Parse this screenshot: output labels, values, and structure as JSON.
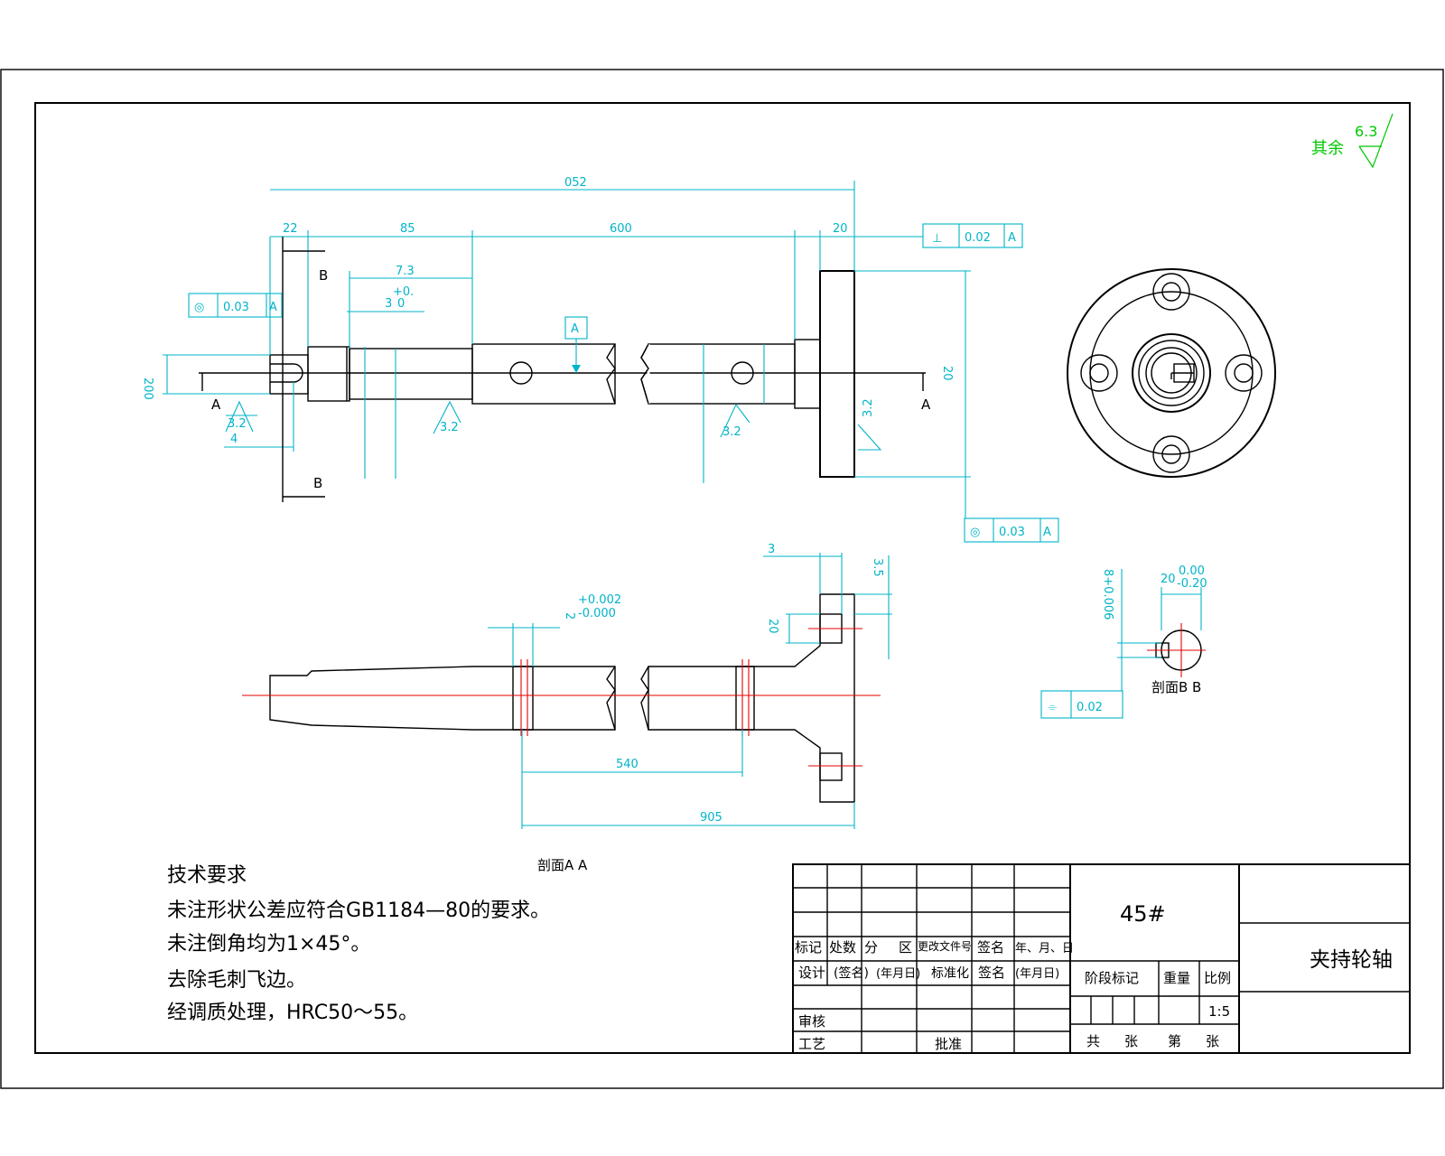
{
  "roughness_note": {
    "label": "其余",
    "value": "6.3"
  },
  "dims_top": {
    "overall": "052",
    "seg1": "22",
    "seg2": "85",
    "seg3": "600",
    "seg4": "20",
    "len73": "7.3",
    "groove": "3",
    "groove_tol_upper": "+0.",
    "groove_tol_lower": "0",
    "key_w": "4",
    "left_dia": "200",
    "right_dia": "20"
  },
  "roughness_values": {
    "r1": "3.2",
    "r2": "3.2",
    "r3": "3.2",
    "r4": "3.2"
  },
  "tolerances": {
    "concentric_left": {
      "symbol": "◎",
      "value": "0.03",
      "datum": "A"
    },
    "perp_top": {
      "symbol": "⊥",
      "value": "0.02",
      "datum": "A"
    },
    "concentric_right": {
      "symbol": "◎",
      "value": "0.03",
      "datum": "A"
    },
    "symmetry": {
      "symbol": "⌯",
      "value": "0.02"
    },
    "datum_box": "A"
  },
  "section_marks": {
    "a_left": "A",
    "a_right": "A",
    "b_top": "B",
    "b_bottom": "B"
  },
  "section_aa": {
    "label": "剖面A A",
    "dim_540": "540",
    "dim_905": "905",
    "dim_3": "3",
    "dim_35": "3.5",
    "dim_20": "20",
    "groove_tol": "2",
    "groove_tol_upper": "+0.002",
    "groove_tol_lower": "-0.000"
  },
  "section_bb": {
    "label": "剖面B B",
    "dim_w": "20",
    "dim_w_upper": "0.00",
    "dim_w_lower": "-0.20",
    "dim_h": "8+0.006"
  },
  "notes": {
    "title": "技术要求",
    "lines": [
      "未注形状公差应符合GB1184—80的要求。",
      "未注倒角均为1×45°。",
      "去除毛刺飞边。",
      "经调质处理，HRC50～55。"
    ]
  },
  "title_block": {
    "material": "45#",
    "part_name": "夹持轮轴",
    "row_headers": [
      "标记",
      "处数",
      "分",
      "区",
      "更改文件号",
      "签名",
      "年、月、日"
    ],
    "design_row": [
      "设计",
      "(签名)",
      "(年月日)",
      "标准化",
      "签名",
      "(年月日)"
    ],
    "stage_label": "阶段标记",
    "weight_label": "重量",
    "scale_label": "比例",
    "scale_value": "1:5",
    "review": "审核",
    "process": "工艺",
    "approve": "批准",
    "total": "共",
    "sheets": "张",
    "index": "第",
    "sheets2": "张"
  },
  "colors": {
    "dimension": "#00b4c8",
    "centerline": "#e60000",
    "outline": "#000000",
    "roughness_note": "#00c800"
  }
}
